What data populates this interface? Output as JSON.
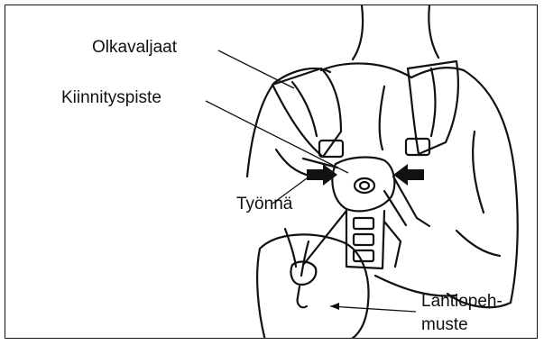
{
  "labels": {
    "shoulder_straps": "Olkavaljaat",
    "attachment_point": "Kiinnityspiste",
    "push": "Työnnä",
    "hip_pad_line1": "Lantiopeh-",
    "hip_pad_line2": "muste"
  }
}
